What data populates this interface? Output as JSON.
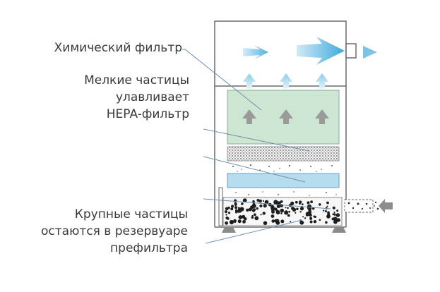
{
  "labels": {
    "chemical_filter": "Химический фильтр",
    "fine_particles": [
      "Мелкие частицы",
      "улавливает",
      "HEPA-фильтр"
    ],
    "coarse_particles": [
      "Крупные частицы",
      "остаются в резервуаре",
      "префильтра"
    ]
  },
  "colors": {
    "text": "#3a3a3a",
    "housing_stroke": "#6a6a6a",
    "leader_line": "#6f8fb0",
    "airflow_arrow": "#3fa8dc",
    "chemical_filter_fill": "#cde6d2",
    "hepa_filter_fill": "#b6dced",
    "intake_arrow": "#8c8c8c"
  }
}
